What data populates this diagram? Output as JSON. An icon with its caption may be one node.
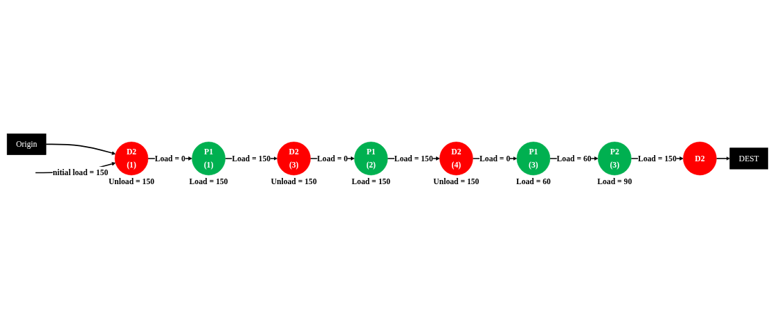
{
  "diagram": {
    "nodes": [
      {
        "text": [
          "Origin"
        ]
      },
      {
        "text": [
          "D2",
          "(1)"
        ],
        "beside": [
          "Unload = 150"
        ]
      },
      {
        "text": [
          "P1",
          "(1)"
        ],
        "beside": [
          "Load = 150"
        ]
      },
      {
        "text": [
          "D2",
          "(3)"
        ],
        "beside": [
          "Unload = 150"
        ]
      },
      {
        "text": [
          "P1",
          "(2)"
        ],
        "beside": [
          "Load = 150"
        ]
      },
      {
        "text": [
          "D2",
          "(4)"
        ],
        "beside": [
          "Unload = 150"
        ]
      },
      {
        "text": [
          "P1",
          "(3)"
        ],
        "beside": [
          "Load = 60"
        ]
      },
      {
        "text": [
          "P2",
          "(3)"
        ],
        "beside": [
          "Load = 90"
        ]
      },
      {
        "text": [
          "D2"
        ]
      },
      {
        "text": [
          "DEST"
        ]
      }
    ],
    "edges": [
      {
        "from": 0,
        "to": 1,
        "arrow": "to"
      },
      {
        "from": null,
        "to": 1,
        "arrow": "to",
        "label": "nitial load = 150"
      },
      {
        "from": 1,
        "to": 2,
        "arrow": "to",
        "label": "Load = 0"
      },
      {
        "from": 2,
        "to": 3,
        "arrow": "to",
        "label": "Load = 150"
      },
      {
        "from": 3,
        "to": 4,
        "arrow": "to",
        "label": "Load = 0"
      },
      {
        "from": 4,
        "to": 5,
        "arrow": "to",
        "label": "Load = 150"
      },
      {
        "from": 5,
        "to": 6,
        "arrow": "to",
        "label": "Load = 0"
      },
      {
        "from": 6,
        "to": 7,
        "arrow": "to",
        "label": "Load = 60"
      },
      {
        "from": 7,
        "to": 8,
        "arrow": "to",
        "label": "Load = 150"
      },
      {
        "from": 8,
        "to": 9,
        "arrow": "to"
      }
    ]
  }
}
